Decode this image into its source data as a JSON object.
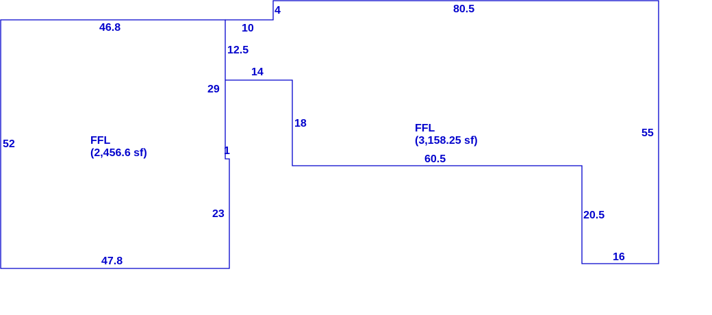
{
  "colors": {
    "line": "#0000CC",
    "text": "#0000CC",
    "background": "#FFFFFF"
  },
  "areas": {
    "left": {
      "code": "FFL",
      "size": "(2,456.6 sf)"
    },
    "right": {
      "code": "FFL",
      "size": "(3,158.25 sf)"
    }
  },
  "dimensions": {
    "left_top": "46.8",
    "left_side": "52",
    "left_bottom": "47.8",
    "left_upper_right": "29",
    "left_jog": "1",
    "left_lower_right": "23",
    "right_top_step_left": "10",
    "right_step_up": "4",
    "right_top": "80.5",
    "right_upper_left": "12.5",
    "right_notch_top": "14",
    "right_notch_side": "18",
    "right_notch_bottom": "60.5",
    "right_side": "55",
    "right_lower_step": "20.5",
    "right_bottom": "16"
  }
}
